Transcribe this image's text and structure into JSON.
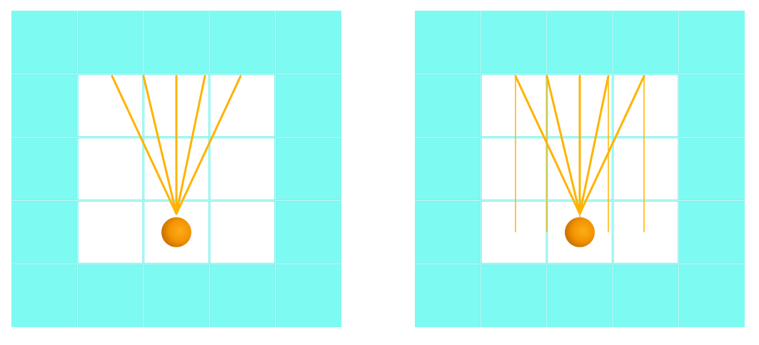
{
  "colors": {
    "wall": "#7dfbf2",
    "floor": "#ffffff",
    "grid_line": "#7df0ec",
    "ray": "#ffb300",
    "agent_light": "#ffab1a",
    "agent_dark": "#c26a00"
  },
  "grid": {
    "rows": 5,
    "cols": 5,
    "cells": [
      [
        "wall",
        "wall",
        "wall",
        "wall",
        "wall"
      ],
      [
        "wall",
        "floor",
        "floor",
        "floor",
        "wall"
      ],
      [
        "wall",
        "floor",
        "floor",
        "floor",
        "wall"
      ],
      [
        "wall",
        "floor",
        "floor",
        "floor",
        "wall"
      ],
      [
        "wall",
        "wall",
        "wall",
        "wall",
        "wall"
      ]
    ]
  },
  "panels": [
    {
      "id": "left",
      "agent": {
        "row": 3,
        "col": 2
      },
      "rays": {
        "count": 5,
        "origin": "agent-top",
        "targets": "row-1-top-fanned"
      },
      "show_projection": false
    },
    {
      "id": "right",
      "agent": {
        "row": 3,
        "col": 2
      },
      "rays": {
        "count": 5,
        "origin": "agent-top",
        "targets": "row-1-top-fanned"
      },
      "show_projection": true
    }
  ]
}
